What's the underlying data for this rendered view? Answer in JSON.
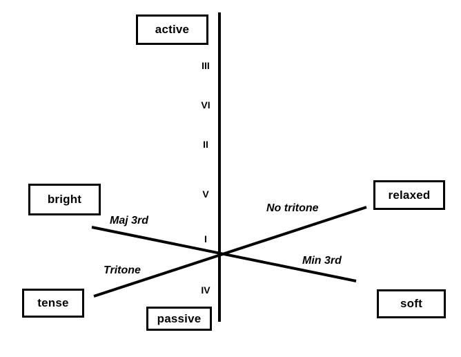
{
  "diagram": {
    "type": "two-dimensional affect / harmony axis diagram",
    "background_color": "#ffffff",
    "line_color": "#000000",
    "pole_boxes": [
      {
        "id": "active",
        "label": "active",
        "position": "top"
      },
      {
        "id": "passive",
        "label": "passive",
        "position": "bottom"
      },
      {
        "id": "bright",
        "label": "bright",
        "position": "left-upper"
      },
      {
        "id": "tense",
        "label": "tense",
        "position": "left-lower"
      },
      {
        "id": "relaxed",
        "label": "relaxed",
        "position": "right-upper"
      },
      {
        "id": "soft",
        "label": "soft",
        "position": "right-lower"
      }
    ],
    "vertical_axis": {
      "name": "scale-degree-axis",
      "ticks": [
        {
          "label": "III",
          "order": 1
        },
        {
          "label": "VI",
          "order": 2
        },
        {
          "label": "II",
          "order": 3
        },
        {
          "label": "V",
          "order": 4
        },
        {
          "label": "I",
          "order": 5
        },
        {
          "label": "IV",
          "order": 6
        }
      ]
    },
    "diagonal_axes": [
      {
        "id": "maj3rd",
        "label": "Maj 3rd",
        "from": "bright",
        "through": "origin"
      },
      {
        "id": "notritone",
        "label": "No tritone",
        "from": "origin",
        "through": "relaxed"
      },
      {
        "id": "tritone",
        "label": "Tritone",
        "from": "tense",
        "through": "origin"
      },
      {
        "id": "min3rd",
        "label": "Min 3rd",
        "from": "origin",
        "through": "soft"
      }
    ]
  }
}
